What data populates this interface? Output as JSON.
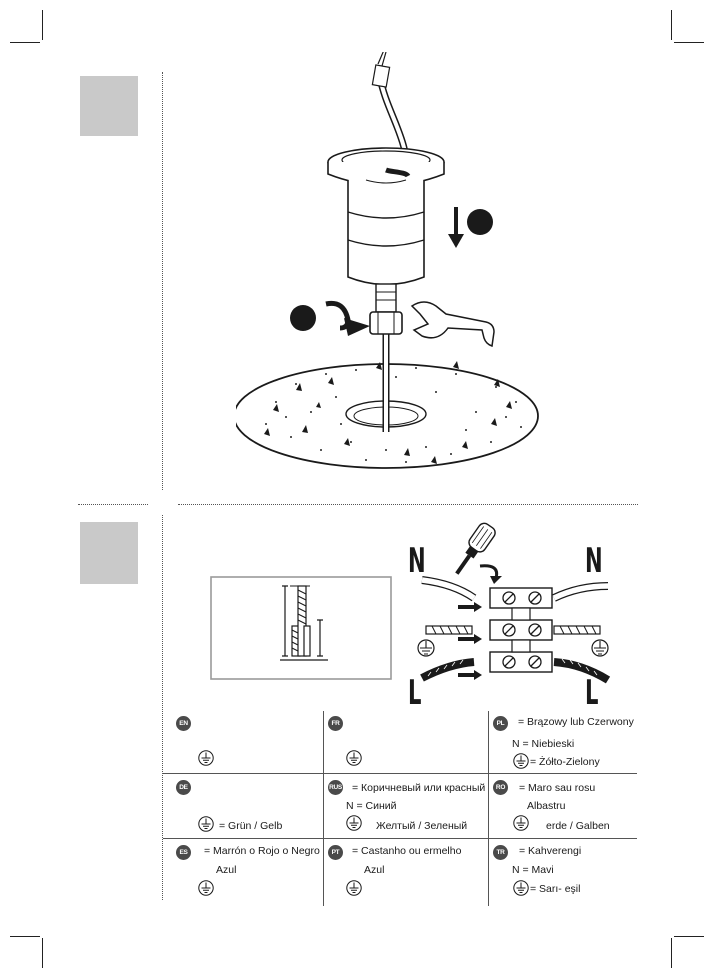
{
  "wiring_labels": {
    "neutral": "N",
    "live": "L"
  },
  "legend": {
    "en": {
      "code": "EN"
    },
    "fr": {
      "code": "FR"
    },
    "pl": {
      "code": "PL",
      "brown": "= Brązowy lub Czerwony",
      "blue": "N = Niebieski",
      "earth": "= Żółto-Zielony"
    },
    "de": {
      "code": "DE",
      "earth": "= Grün / Gelb"
    },
    "rus": {
      "code": "RUS",
      "brown": "= Коричневый или красный",
      "blue": "N = Синий",
      "earth": "Желтый / Зеленый"
    },
    "ro": {
      "code": "RO",
      "brown": "= Maro sau rosu",
      "blue": "Albastru",
      "earth": "erde / Galben"
    },
    "es": {
      "code": "ES",
      "brown": "= Marrón o Rojo o Negro",
      "blue": "Azul"
    },
    "pt": {
      "code": "PT",
      "brown": "= Castanho ou   ermelho",
      "blue": "Azul"
    },
    "tr": {
      "code": "TR",
      "brown": "= Kahverengi",
      "blue": "N = Mavi",
      "earth": "= Sarı-  eşil"
    }
  }
}
